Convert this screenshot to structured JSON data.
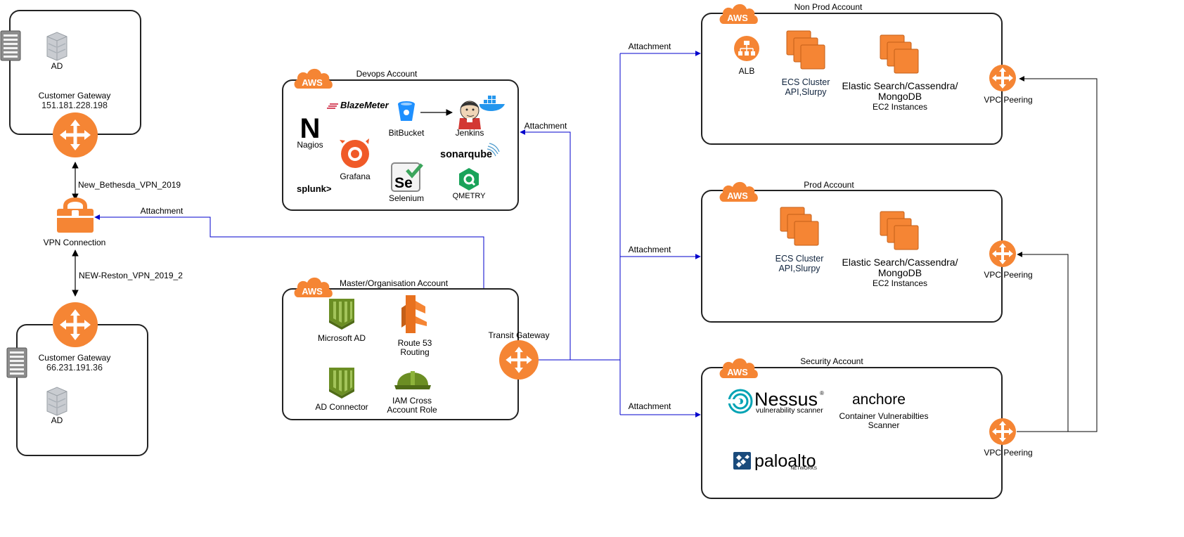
{
  "onprem": {
    "top": {
      "ad_label": "AD",
      "gateway_label": "Customer Gateway",
      "gateway_ip": "151.181.228.198"
    },
    "bottom": {
      "ad_label": "AD",
      "gateway_label": "Customer Gateway",
      "gateway_ip": "66.231.191.36"
    },
    "vpn_connection_label": "VPN Connection",
    "vpn_top_label": "New_Bethesda_VPN_2019",
    "vpn_bottom_label": "NEW-Reston_VPN_2019_2"
  },
  "aws_badge": "AWS",
  "devops": {
    "title": "Devops Account",
    "blazemeter": "BlazeMeter",
    "nagios_logo": "N",
    "nagios": "Nagios",
    "bitbucket": "BitBucket",
    "jenkins": "Jenkins",
    "grafana": "Grafana",
    "sonarqube": "sonarqube",
    "splunk": "splunk>",
    "selenium_logo": "Se",
    "selenium": "Selenium",
    "qmetry": "QMETRY"
  },
  "master": {
    "title": "Master/Organisation Account",
    "microsoft_ad": "Microsoft AD",
    "route53_line1": "Route 53",
    "route53_line2": "Routing",
    "ad_connector": "AD Connector",
    "iam_line1": "IAM Cross",
    "iam_line2": "Account Role"
  },
  "transit_gateway": "Transit Gateway",
  "attachments": {
    "vpn": "Attachment",
    "devops": "Attachment",
    "nonprod": "Attachment",
    "prod": "Attachment",
    "security": "Attachment"
  },
  "nonprod": {
    "title": "Non Prod Account",
    "alb": "ALB",
    "ecs_line1": "ECS Cluster",
    "ecs_line2": "API,Slurpy",
    "es_line1": "Elastic Search/Cassendra/",
    "es_line2": "MongoDB",
    "es_line3": "EC2 Instances",
    "vpc_peering": "VPC Peering"
  },
  "prod": {
    "title": "Prod Account",
    "ecs_line1": "ECS Cluster",
    "ecs_line2": "API,Slurpy",
    "es_line1": "Elastic Search/Cassendra/",
    "es_line2": "MongoDB",
    "es_line3": "EC2 Instances",
    "vpc_peering": "VPC Peering"
  },
  "security": {
    "title": "Security Account",
    "nessus_name": "Nessus",
    "nessus_reg": "®",
    "nessus_sub": "vulnerability scanner",
    "anchore": "anchore",
    "container_line1": "Container Vulnerabilties",
    "container_line2": "Scanner",
    "paloalto": "paloalto",
    "paloalto_sub": "NETWORKS",
    "vpc_peering": "VPC Peering"
  },
  "colors": {
    "aws_orange": "#f58534",
    "link_blue": "#0000cc",
    "box_border": "#222222",
    "nessus_teal": "#00a3b4",
    "anchore_blue": "#2b72c5",
    "paloalto_blue": "#1a4b7c",
    "grafana_orange": "#f05a28",
    "jenkins_red": "#d33833",
    "qmetry_green": "#1aa35a",
    "ad_green": "#6b8e23"
  }
}
